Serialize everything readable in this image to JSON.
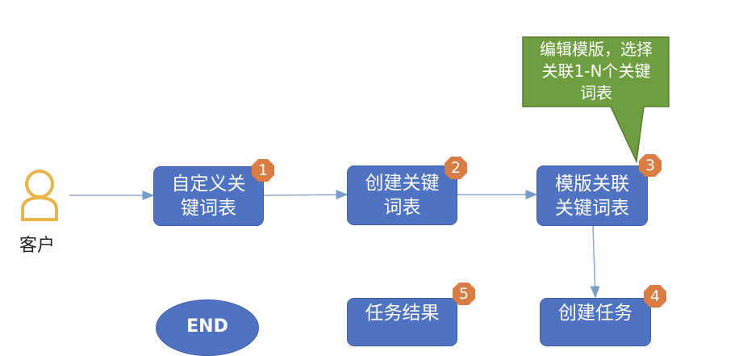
{
  "customer": {
    "label": "客户"
  },
  "steps": [
    {
      "number": "1",
      "label_line1": "自定义关",
      "label_line2": "键词表"
    },
    {
      "number": "2",
      "label_line1": "创建关键",
      "label_line2": "词表"
    },
    {
      "number": "3",
      "label_line1": "模版关联",
      "label_line2": "关键词表"
    },
    {
      "number": "4",
      "label_line1": "创建任务",
      "label_line2": ""
    },
    {
      "number": "5",
      "label_line1": "任务结果",
      "label_line2": ""
    }
  ],
  "end": {
    "label": "END"
  },
  "callout": {
    "line1": "编辑模版，选择",
    "line2": "关联1-N个关键",
    "line3": "词表"
  },
  "colors": {
    "box": "#4f72c2",
    "badge": "#d97d45",
    "callout": "#6f9e40",
    "customer_icon": "#e8b54a",
    "arrow": "#8aa8d0"
  }
}
